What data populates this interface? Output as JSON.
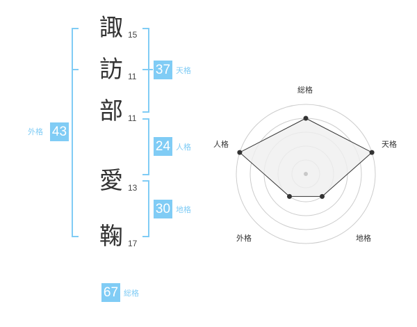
{
  "name_chars": [
    {
      "char": "諏",
      "strokes": "15"
    },
    {
      "char": "訪",
      "strokes": "11"
    },
    {
      "char": "部",
      "strokes": "11"
    },
    {
      "char": "愛",
      "strokes": "13"
    },
    {
      "char": "鞠",
      "strokes": "17"
    }
  ],
  "fortunes": {
    "tenkaku": {
      "label": "天格",
      "value": "37"
    },
    "jinkaku": {
      "label": "人格",
      "value": "24"
    },
    "chikaku": {
      "label": "地格",
      "value": "30"
    },
    "gaikaku": {
      "label": "外格",
      "value": "43"
    },
    "soukaku": {
      "label": "総格",
      "value": "67"
    }
  },
  "colors": {
    "accent": "#80ccf5",
    "text": "#333333",
    "radar_fill": "#efefef",
    "grid": "#cccccc"
  },
  "chart_data": {
    "type": "radar",
    "axes": [
      "総格",
      "天格",
      "地格",
      "外格",
      "人格"
    ],
    "values": [
      4,
      5,
      2,
      2,
      5
    ],
    "range": [
      0,
      5
    ],
    "rings": 5
  }
}
